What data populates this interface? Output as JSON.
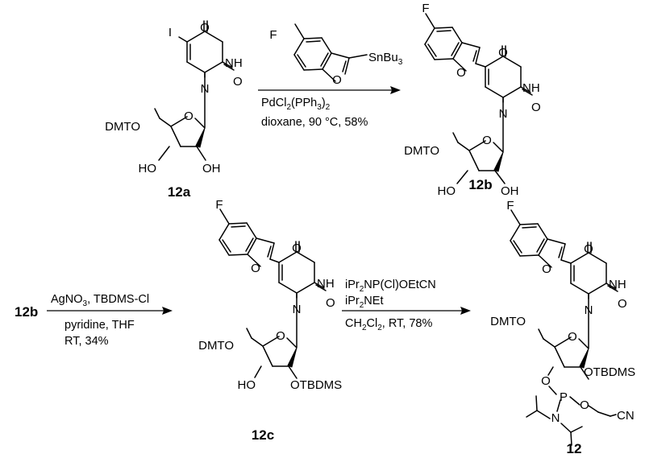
{
  "atoms": {
    "F": "F",
    "I": "I",
    "O": "O",
    "NH": "NH",
    "N": "N",
    "P": "P",
    "OH": "OH",
    "HO": "HO",
    "DMTO": "DMTO",
    "OTBDMS": "OTBDMS",
    "CN": "CN",
    "SnBu": "SnBu",
    "three": "3"
  },
  "compounds": {
    "c12a": "12a",
    "c12b": "12b",
    "c12c": "12c",
    "c12": "12"
  },
  "step1": {
    "pd_a": "PdCl",
    "pd_2": "2",
    "pd_b": "(PPh",
    "pd_3": "3",
    "pd_c": ")",
    "pd_d": "2",
    "cond": "dioxane, 90 °C, 58%"
  },
  "step2": {
    "reagents": "AgNO3, TBDMS-Cl",
    "reagent_a": "AgNO",
    "reagent_3": "3",
    "reagent_b": ", TBDMS-Cl",
    "solvent": "pyridine, THF",
    "cond": "RT, 34%"
  },
  "step3": {
    "r1a": "iPr",
    "r1_2": "2",
    "r1b": "NP(Cl)OEtCN",
    "r2a": "iPr",
    "r2_2": "2",
    "r2b": "NEt",
    "c_a": "CH",
    "c_2a": "2",
    "c_b": "Cl",
    "c_2b": "2",
    "c_c": ", RT, 78%"
  }
}
